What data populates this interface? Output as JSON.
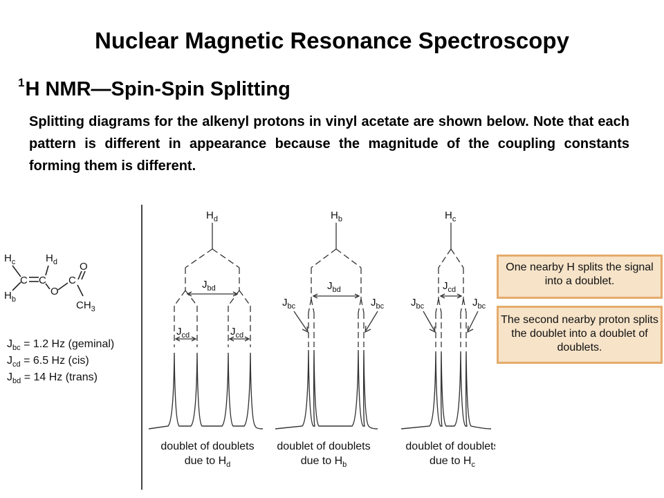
{
  "title": "Nuclear Magnetic Resonance Spectroscopy",
  "subtitle": {
    "sup": "1",
    "text": "H NMR—Spin-Spin Splitting"
  },
  "paragraph": "Splitting diagrams for the alkenyl protons in vinyl acetate are shown below. Note that each pattern is different in appearance because the magnitude of the coupling constants forming them is different.",
  "molecule": {
    "atoms": [
      {
        "sym": "H",
        "sub": "c"
      },
      {
        "sym": "H",
        "sub": "d"
      },
      {
        "sym": "C",
        "sub": ""
      },
      {
        "sym": "C",
        "sub": ""
      },
      {
        "sym": "O",
        "sub": ""
      },
      {
        "sym": "C",
        "sub": ""
      },
      {
        "sym": "O",
        "sub": ""
      },
      {
        "sym": "H",
        "sub": "b"
      },
      {
        "sym": "CH",
        "sub": "3"
      }
    ]
  },
  "couplings": [
    {
      "j": "J",
      "sub": "bc",
      "text": " = 1.2 Hz (geminal)"
    },
    {
      "j": "J",
      "sub": "cd",
      "text": " = 6.5 Hz (cis)"
    },
    {
      "j": "J",
      "sub": "bd",
      "text": " = 14 Hz (trans)"
    }
  ],
  "diagrams": [
    {
      "proton": {
        "sym": "H",
        "sub": "d"
      },
      "outer": {
        "j": "J",
        "sub": "bd"
      },
      "inner": {
        "j": "J",
        "sub": "cd"
      },
      "caption1": "doublet of doublets",
      "caption2": {
        "text": "due to H",
        "sub": "d"
      }
    },
    {
      "proton": {
        "sym": "H",
        "sub": "b"
      },
      "outer": {
        "j": "J",
        "sub": "bd"
      },
      "inner": {
        "j": "J",
        "sub": "bc"
      },
      "caption1": "doublet of doublets",
      "caption2": {
        "text": "due to H",
        "sub": "b"
      }
    },
    {
      "proton": {
        "sym": "H",
        "sub": "c"
      },
      "outer": {
        "j": "J",
        "sub": "cd"
      },
      "inner": {
        "j": "J",
        "sub": "bc"
      },
      "caption1": "doublet of doublets",
      "caption2": {
        "text": "due to H",
        "sub": "c"
      }
    }
  ],
  "callouts": [
    "One nearby H splits the signal into a doublet.",
    "The second nearby proton splits the doublet into a doublet of doublets."
  ]
}
